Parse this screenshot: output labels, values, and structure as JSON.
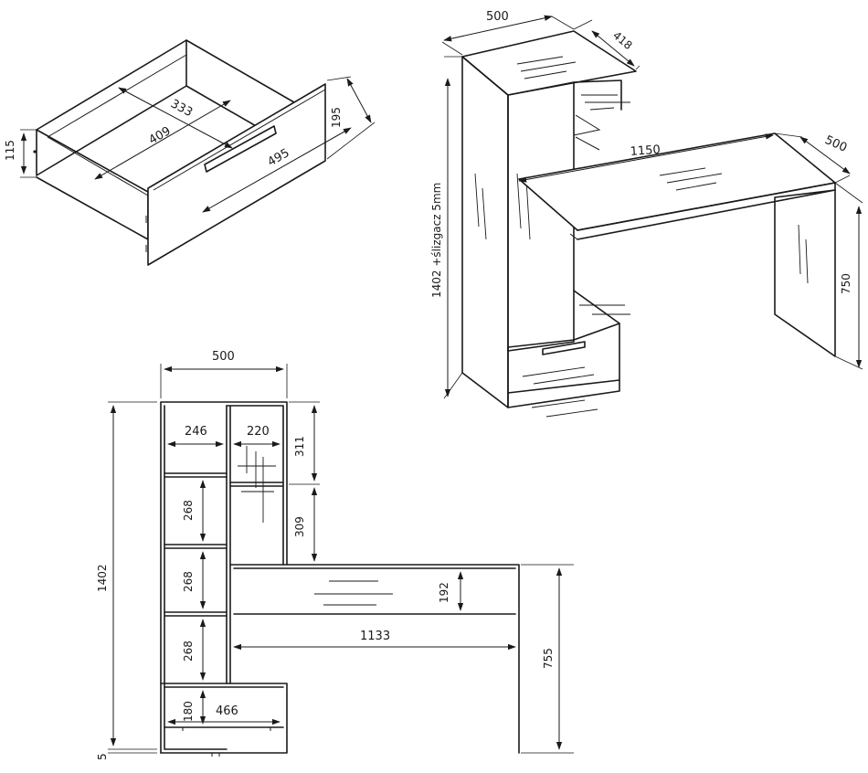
{
  "drawer": {
    "height_label": "115",
    "depth_label": "333",
    "inner_width_label": "409",
    "front_width_label": "495",
    "front_height_label": "195"
  },
  "iso": {
    "top_width_label": "500",
    "top_depth_label": "418",
    "total_height_label": "1402 +ślizgacz 5mm",
    "desk_width_label": "1150",
    "desk_depth_label": "500",
    "desk_height_label": "750"
  },
  "front": {
    "width_label": "500",
    "left_shelf_width_label": "246",
    "right_shelf_width_label": "220",
    "top_right_height_label": "311",
    "mid_right_height_label": "309",
    "shelf1_height_label": "268",
    "shelf2_height_label": "268",
    "shelf3_height_label": "268",
    "drawer_height_label": "180",
    "drawer_width_label": "466",
    "total_height_label": "1402",
    "desk_apron_label": "192",
    "desk_inner_width_label": "1133",
    "desk_height_label": "755",
    "glide_label": "5"
  }
}
